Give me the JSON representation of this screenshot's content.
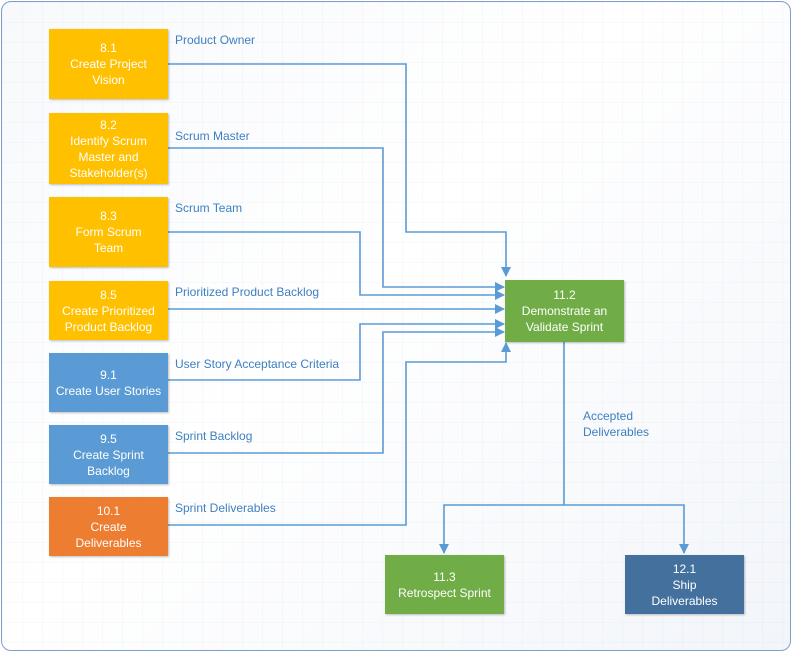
{
  "colors": {
    "yellow": "#ffc000",
    "blue": "#5b9bd5",
    "orange": "#ed7d31",
    "green": "#70ad47",
    "dark_blue": "#44709d",
    "connector": "#5b9bd5",
    "label_text": "#3e7fc1"
  },
  "inputs": [
    {
      "id": "8.1",
      "title": "Create Project\nVision",
      "color": "yellow",
      "connector_label": "Product Owner"
    },
    {
      "id": "8.2",
      "title": "Identify Scrum\nMaster and\nStakeholder(s)",
      "color": "yellow",
      "connector_label": "Scrum Master"
    },
    {
      "id": "8.3",
      "title": "Form Scrum\nTeam",
      "color": "yellow",
      "connector_label": "Scrum Team"
    },
    {
      "id": "8.5",
      "title": "Create Prioritized\nProduct Backlog",
      "color": "yellow",
      "connector_label": "Prioritized Product Backlog"
    },
    {
      "id": "9.1",
      "title": "Create User Stories",
      "color": "blue",
      "connector_label": "User Story Acceptance Criteria"
    },
    {
      "id": "9.5",
      "title": "Create Sprint\nBacklog",
      "color": "blue",
      "connector_label": "Sprint Backlog"
    },
    {
      "id": "10.1",
      "title": "Create\nDeliverables",
      "color": "orange",
      "connector_label": "Sprint Deliverables"
    }
  ],
  "process": {
    "id": "11.2",
    "title": "Demonstrate an\nValidate Sprint",
    "color": "green"
  },
  "output_label": "Accepted\nDeliverables",
  "outputs": [
    {
      "id": "11.3",
      "title": "Retrospect Sprint",
      "color": "green"
    },
    {
      "id": "12.1",
      "title": "Ship\nDeliverables",
      "color": "dark_blue"
    }
  ]
}
